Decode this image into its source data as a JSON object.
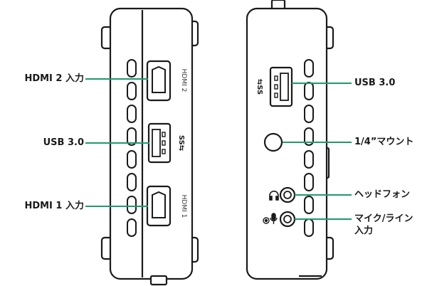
{
  "left_device": {
    "port_labels": {
      "hdmi2": "HDMI 2",
      "hdmi1": "HDMI 1"
    }
  },
  "callouts_left": {
    "hdmi2_input": "HDMI 2 入力",
    "usb30": "USB 3.0",
    "hdmi1_input": "HDMI 1 入力"
  },
  "callouts_right": {
    "usb30": "USB 3.0",
    "mount": "1/4”マウント",
    "headphone": "ヘッドフォン",
    "mic_line_1": "マイク/ライン",
    "mic_line_2": "入力"
  },
  "colors": {
    "leader_line": "#1f9a6e",
    "device_outline": "#1a1a1a",
    "device_fill": "#ffffff"
  }
}
